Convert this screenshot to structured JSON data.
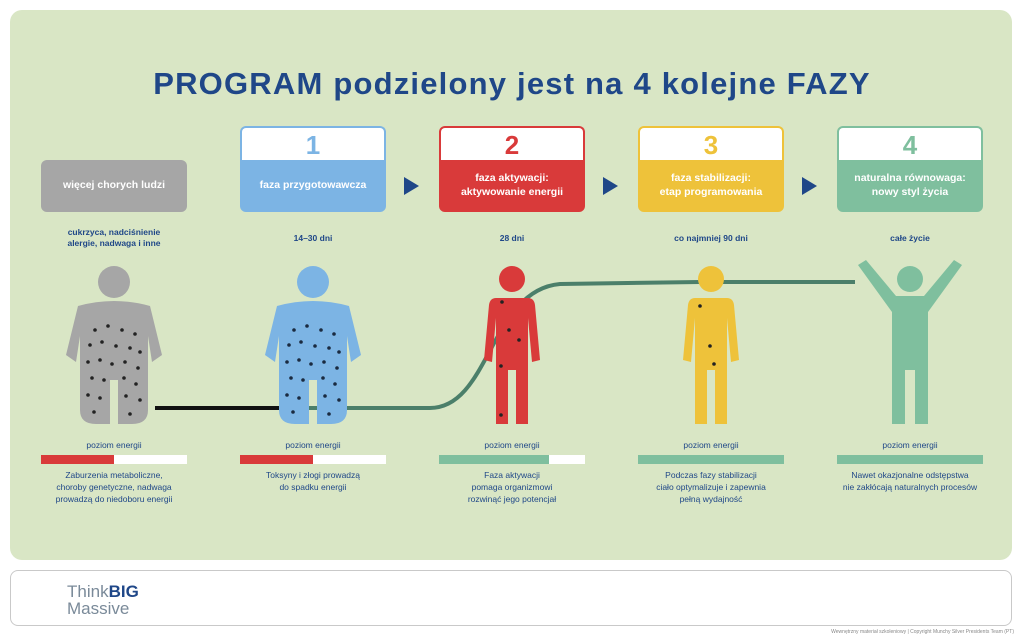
{
  "title": "PROGRAM podzielony jest na 4 kolejne FAZY",
  "start": {
    "label": "więcej chorych ludzi",
    "subtitle": "cukrzyca, nadciśnienie\nalergie, nadwaga i inne",
    "energy_label": "poziom energii",
    "energy_level": 0.5,
    "energy_color": "#d93a3a",
    "description": "Zaburzenia metaboliczne,\nchoroby genetyczne, nadwaga\nprowadzą do niedoboru energii",
    "color": "#a6a6a6"
  },
  "phases": [
    {
      "number": "1",
      "label": "faza przygotowawcza",
      "duration": "14–30 dni",
      "color": "#7cb4e4",
      "energy_label": "poziom energii",
      "energy_level": 0.5,
      "energy_color": "#d93a3a",
      "description": "Toksyny i złogi prowadzą\ndo spadku energii"
    },
    {
      "number": "2",
      "label": "faza aktywacji:\naktywowanie energii",
      "duration": "28 dni",
      "color": "#d93a3a",
      "energy_label": "poziom energii",
      "energy_level": 0.75,
      "energy_color": "#7fbf9e",
      "description": "Faza aktywacji\npomaga organizmowi\nrozwinąć jego potencjał"
    },
    {
      "number": "3",
      "label": "faza  stabilizacji:\netap programowania",
      "duration": "co najmniej 90 dni",
      "color": "#eec23a",
      "energy_label": "poziom energii",
      "energy_level": 1.0,
      "energy_color": "#7fbf9e",
      "description": "Podczas fazy stabilizacji\nciało optymalizuje i zapewnia\npełną wydajność"
    },
    {
      "number": "4",
      "label": "naturalna równowaga:\nnowy styl życia",
      "duration": "całe życie",
      "color": "#7fbf9e",
      "energy_label": "poziom energii",
      "energy_level": 1.0,
      "energy_color": "#7fbf9e",
      "description": "Nawet okazjonalne odstępstwa\nnie zakłócają naturalnych procesów"
    }
  ],
  "colors": {
    "navy": "#1f4788",
    "panel": "#d9e6c5",
    "line_dark": "#111111",
    "line_green": "#4b7f6a"
  },
  "footer": {
    "logo_think": "Think",
    "logo_big": "BIG",
    "logo_massive": "Massive",
    "copyright": "Wewnętrzny materiał szkoleniowy | Copyright Munchy Silver Presidents Team (PT)",
    "icon": "tree-icon"
  }
}
